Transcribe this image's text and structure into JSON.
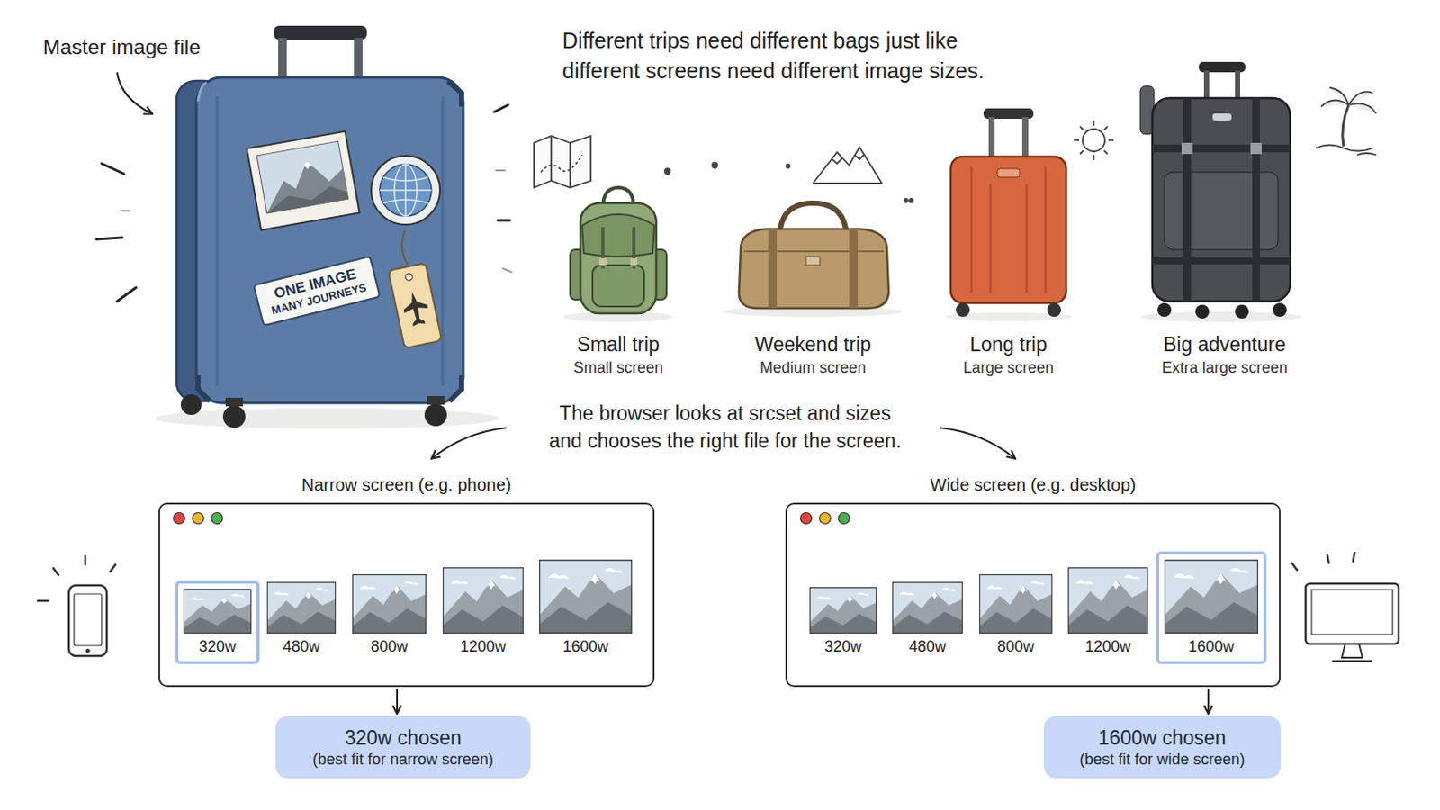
{
  "diagram": {
    "title": "Different trips need different bags just like different screens need different image sizes.",
    "nodes": [
      {
        "text": [
          "ONE IMAGE",
          "MANY JOURNEYS"
        ]
      },
      {
        "text": [
          "Narrow screen (e.g. phone)"
        ]
      },
      {
        "text": [
          "320w"
        ],
        "in": 1
      },
      {
        "text": [
          "480w"
        ],
        "in": 1
      },
      {
        "text": [
          "800w"
        ],
        "in": 1
      },
      {
        "text": [
          "1200w"
        ],
        "in": 1
      },
      {
        "text": [
          "1600w"
        ],
        "in": 1
      },
      {
        "text": [
          "320w chosen",
          "(best fit for narrow screen)"
        ]
      },
      {
        "text": [
          "Wide screen (e.g. desktop)"
        ]
      },
      {
        "text": [
          "320w"
        ],
        "in": 8
      },
      {
        "text": [
          "480w"
        ],
        "in": 8
      },
      {
        "text": [
          "800w"
        ],
        "in": 8
      },
      {
        "text": [
          "1200w"
        ],
        "in": 8
      },
      {
        "text": [
          "1600w"
        ],
        "in": 8
      },
      {
        "text": [
          "1600w chosen",
          "(best fit for wide screen)"
        ]
      }
    ],
    "edges": [
      {
        "from": 1,
        "to": 7,
        "arrow": "to"
      },
      {
        "from": 8,
        "to": 14,
        "arrow": "to"
      }
    ],
    "labels": [
      "Master image file",
      "Small trip",
      "Small screen",
      "Weekend trip",
      "Medium screen",
      "Long trip",
      "Large screen",
      "Big adventure",
      "Extra large screen",
      "The browser looks at srcset and sizes and chooses the right file for the screen."
    ]
  }
}
